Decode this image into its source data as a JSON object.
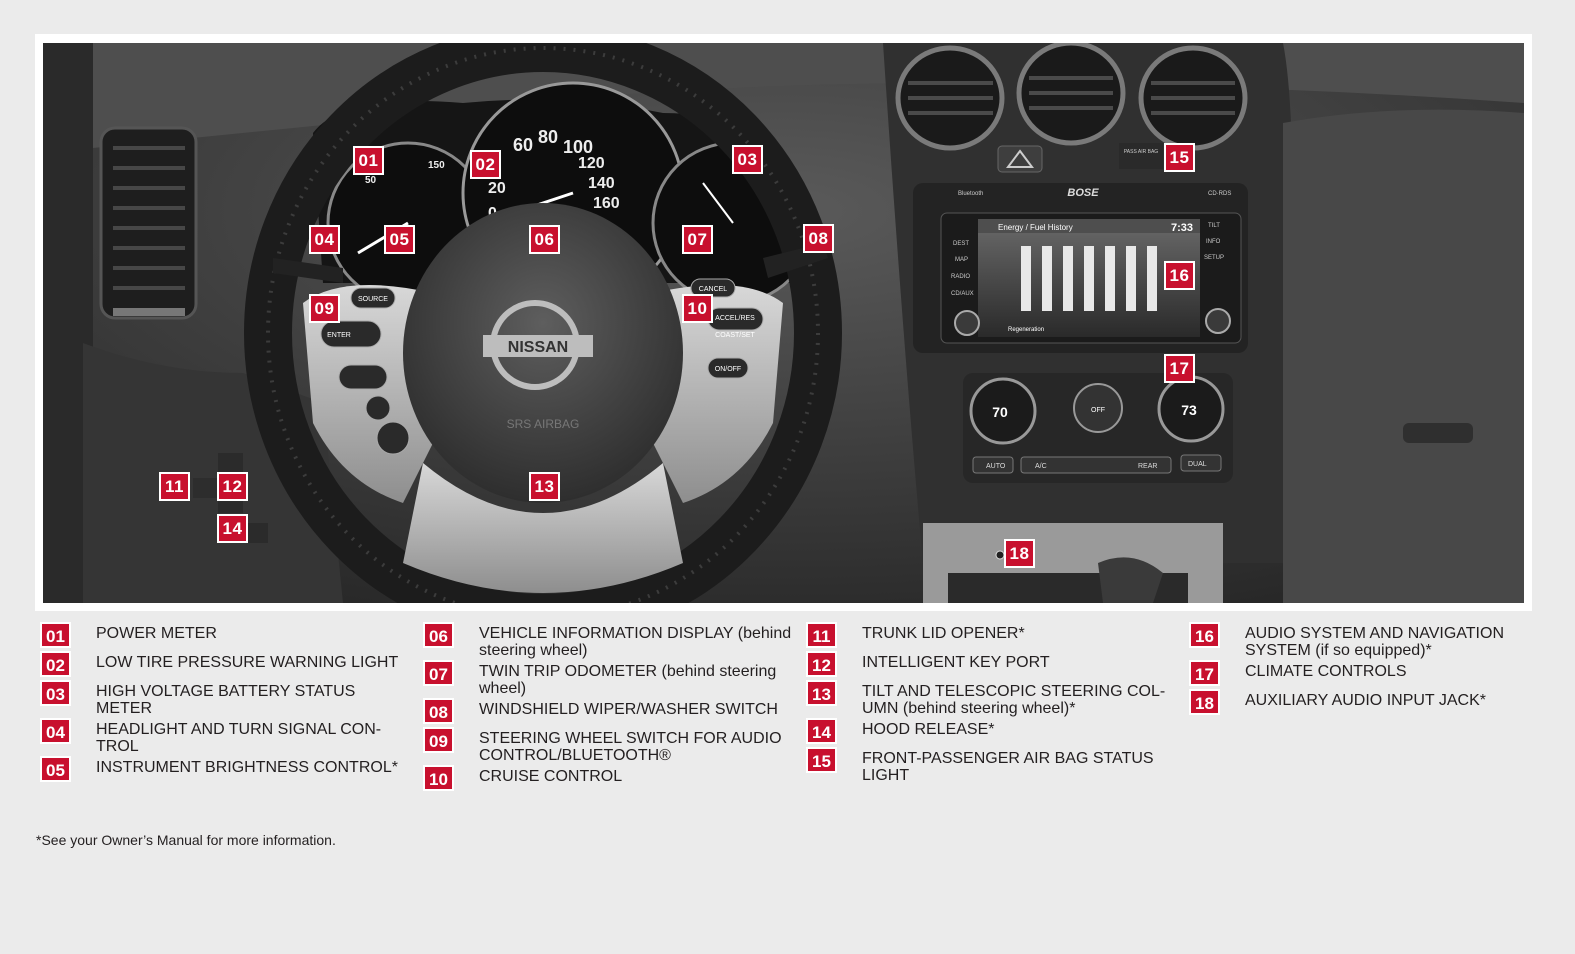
{
  "callouts": [
    "01",
    "02",
    "03",
    "04",
    "05",
    "06",
    "07",
    "08",
    "09",
    "10",
    "11",
    "12",
    "13",
    "14",
    "15",
    "16",
    "17",
    "18"
  ],
  "photo_text": {
    "brand_emblem": "NISSAN",
    "audio_brand": "BOSE",
    "screen_title": "Energy / Fuel History",
    "screen_time": "7:33",
    "screen_footer": "Regeneration",
    "bluetooth": "Bluetooth",
    "cd_label": "CD·RDS",
    "left_temp": "70",
    "right_temp": "73",
    "airbag_label": "SRS AIRBAG",
    "pass_airbag": "PASS AIR BAG",
    "wheel_buttons": {
      "source": "SOURCE",
      "enter": "ENTER",
      "cancel": "CANCEL",
      "accel_res": "ACCEL/RES",
      "coast_set": "COAST/SET",
      "on_off": "ON/OFF"
    },
    "radio_buttons": {
      "dest": "DEST",
      "map": "MAP",
      "radio": "RADIO",
      "cd_aux": "CD/AUX",
      "tilt": "TILT",
      "info": "INFO",
      "setup": "SETUP"
    },
    "climate_buttons": {
      "auto": "AUTO",
      "ac": "A/C",
      "off": "OFF",
      "rear": "REAR",
      "dual": "DUAL"
    },
    "gauge_numbers": [
      "60",
      "80",
      "100",
      "120",
      "140",
      "160",
      "20",
      "0",
      "50",
      "150"
    ]
  },
  "legend": [
    {
      "num": "01",
      "text": "POWER METER",
      "lower": ""
    },
    {
      "num": "02",
      "text": "LOW TIRE PRESSURE WARNING LIGHT",
      "lower": ""
    },
    {
      "num": "03",
      "text": "HIGH VOLTAGE BATTERY STATUS",
      "line2": "METER",
      "lower": ""
    },
    {
      "num": "04",
      "text": "HEADLIGHT AND TURN SIGNAL CON-",
      "line2": "TROL",
      "lower": ""
    },
    {
      "num": "05",
      "text": "INSTRUMENT BRIGHTNESS CONTROL*",
      "lower": ""
    },
    {
      "num": "06",
      "text": "VEHICLE INFORMATION DISPLAY",
      "lower": "(behind",
      "line2": "steering wheel)"
    },
    {
      "num": "07",
      "text": "TWIN TRIP ODOMETER",
      "lower": "(behind steering",
      "line2": "wheel)"
    },
    {
      "num": "08",
      "text": "WINDSHIELD WIPER/WASHER SWITCH",
      "lower": ""
    },
    {
      "num": "09",
      "text": "STEERING WHEEL SWITCH FOR AUDIO",
      "line2": "CONTROL/BLUETOOTH®",
      "lower": ""
    },
    {
      "num": "10",
      "text": "CRUISE CONTROL",
      "lower": ""
    },
    {
      "num": "11",
      "text": "TRUNK LID OPENER*",
      "lower": ""
    },
    {
      "num": "12",
      "text": "INTELLIGENT KEY PORT",
      "lower": ""
    },
    {
      "num": "13",
      "text": "TILT AND TELESCOPIC STEERING COL-",
      "line2": "UMN (behind steering wheel)*",
      "lower": ""
    },
    {
      "num": "14",
      "text": "HOOD RELEASE*",
      "lower": ""
    },
    {
      "num": "15",
      "text": "FRONT-PASSENGER AIR BAG STATUS",
      "line2": "LIGHT",
      "lower": ""
    },
    {
      "num": "16",
      "text": "AUDIO SYSTEM AND NAVIGATION",
      "line2": "SYSTEM (if so equipped)*",
      "lower": ""
    },
    {
      "num": "17",
      "text": "CLIMATE CONTROLS",
      "lower": ""
    },
    {
      "num": "18",
      "text": "AUXILIARY AUDIO INPUT JACK*",
      "lower": ""
    }
  ],
  "footnote": "*See your Owner’s Manual for more information."
}
